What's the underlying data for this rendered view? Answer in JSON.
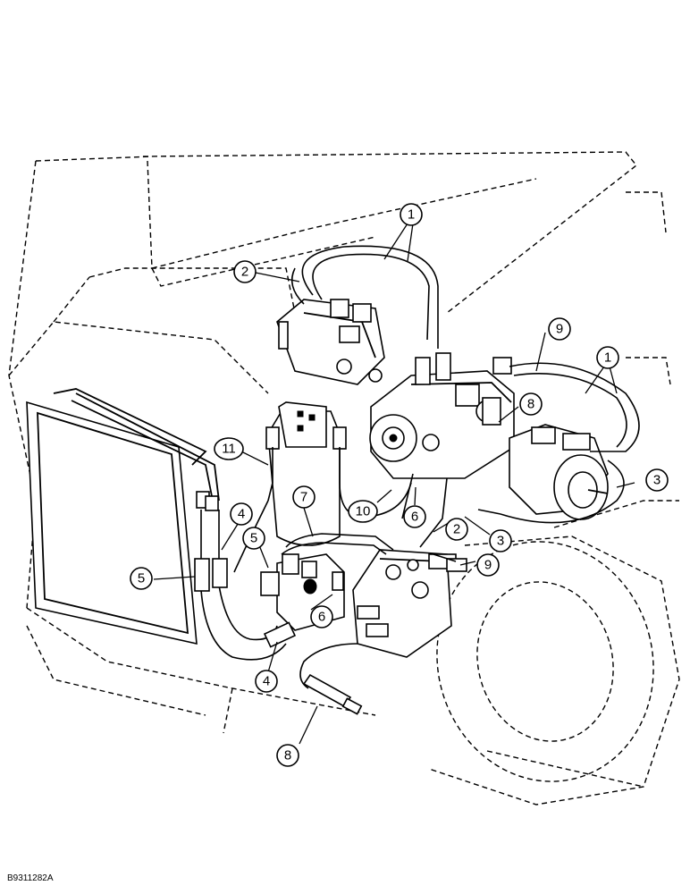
{
  "figure": {
    "reference_code": "B9311282A"
  },
  "callouts": [
    {
      "id": "c1a",
      "label": "1"
    },
    {
      "id": "c1b",
      "label": "1"
    },
    {
      "id": "c2a",
      "label": "2"
    },
    {
      "id": "c2b",
      "label": "2"
    },
    {
      "id": "c3a",
      "label": "3"
    },
    {
      "id": "c3b",
      "label": "3"
    },
    {
      "id": "c4a",
      "label": "4"
    },
    {
      "id": "c4b",
      "label": "4"
    },
    {
      "id": "c5a",
      "label": "5"
    },
    {
      "id": "c5b",
      "label": "5"
    },
    {
      "id": "c6a",
      "label": "6"
    },
    {
      "id": "c6b",
      "label": "6"
    },
    {
      "id": "c7",
      "label": "7"
    },
    {
      "id": "c8a",
      "label": "8"
    },
    {
      "id": "c8b",
      "label": "8"
    },
    {
      "id": "c9a",
      "label": "9"
    },
    {
      "id": "c9b",
      "label": "9"
    },
    {
      "id": "c10",
      "label": "10"
    },
    {
      "id": "c11",
      "label": "11"
    }
  ]
}
